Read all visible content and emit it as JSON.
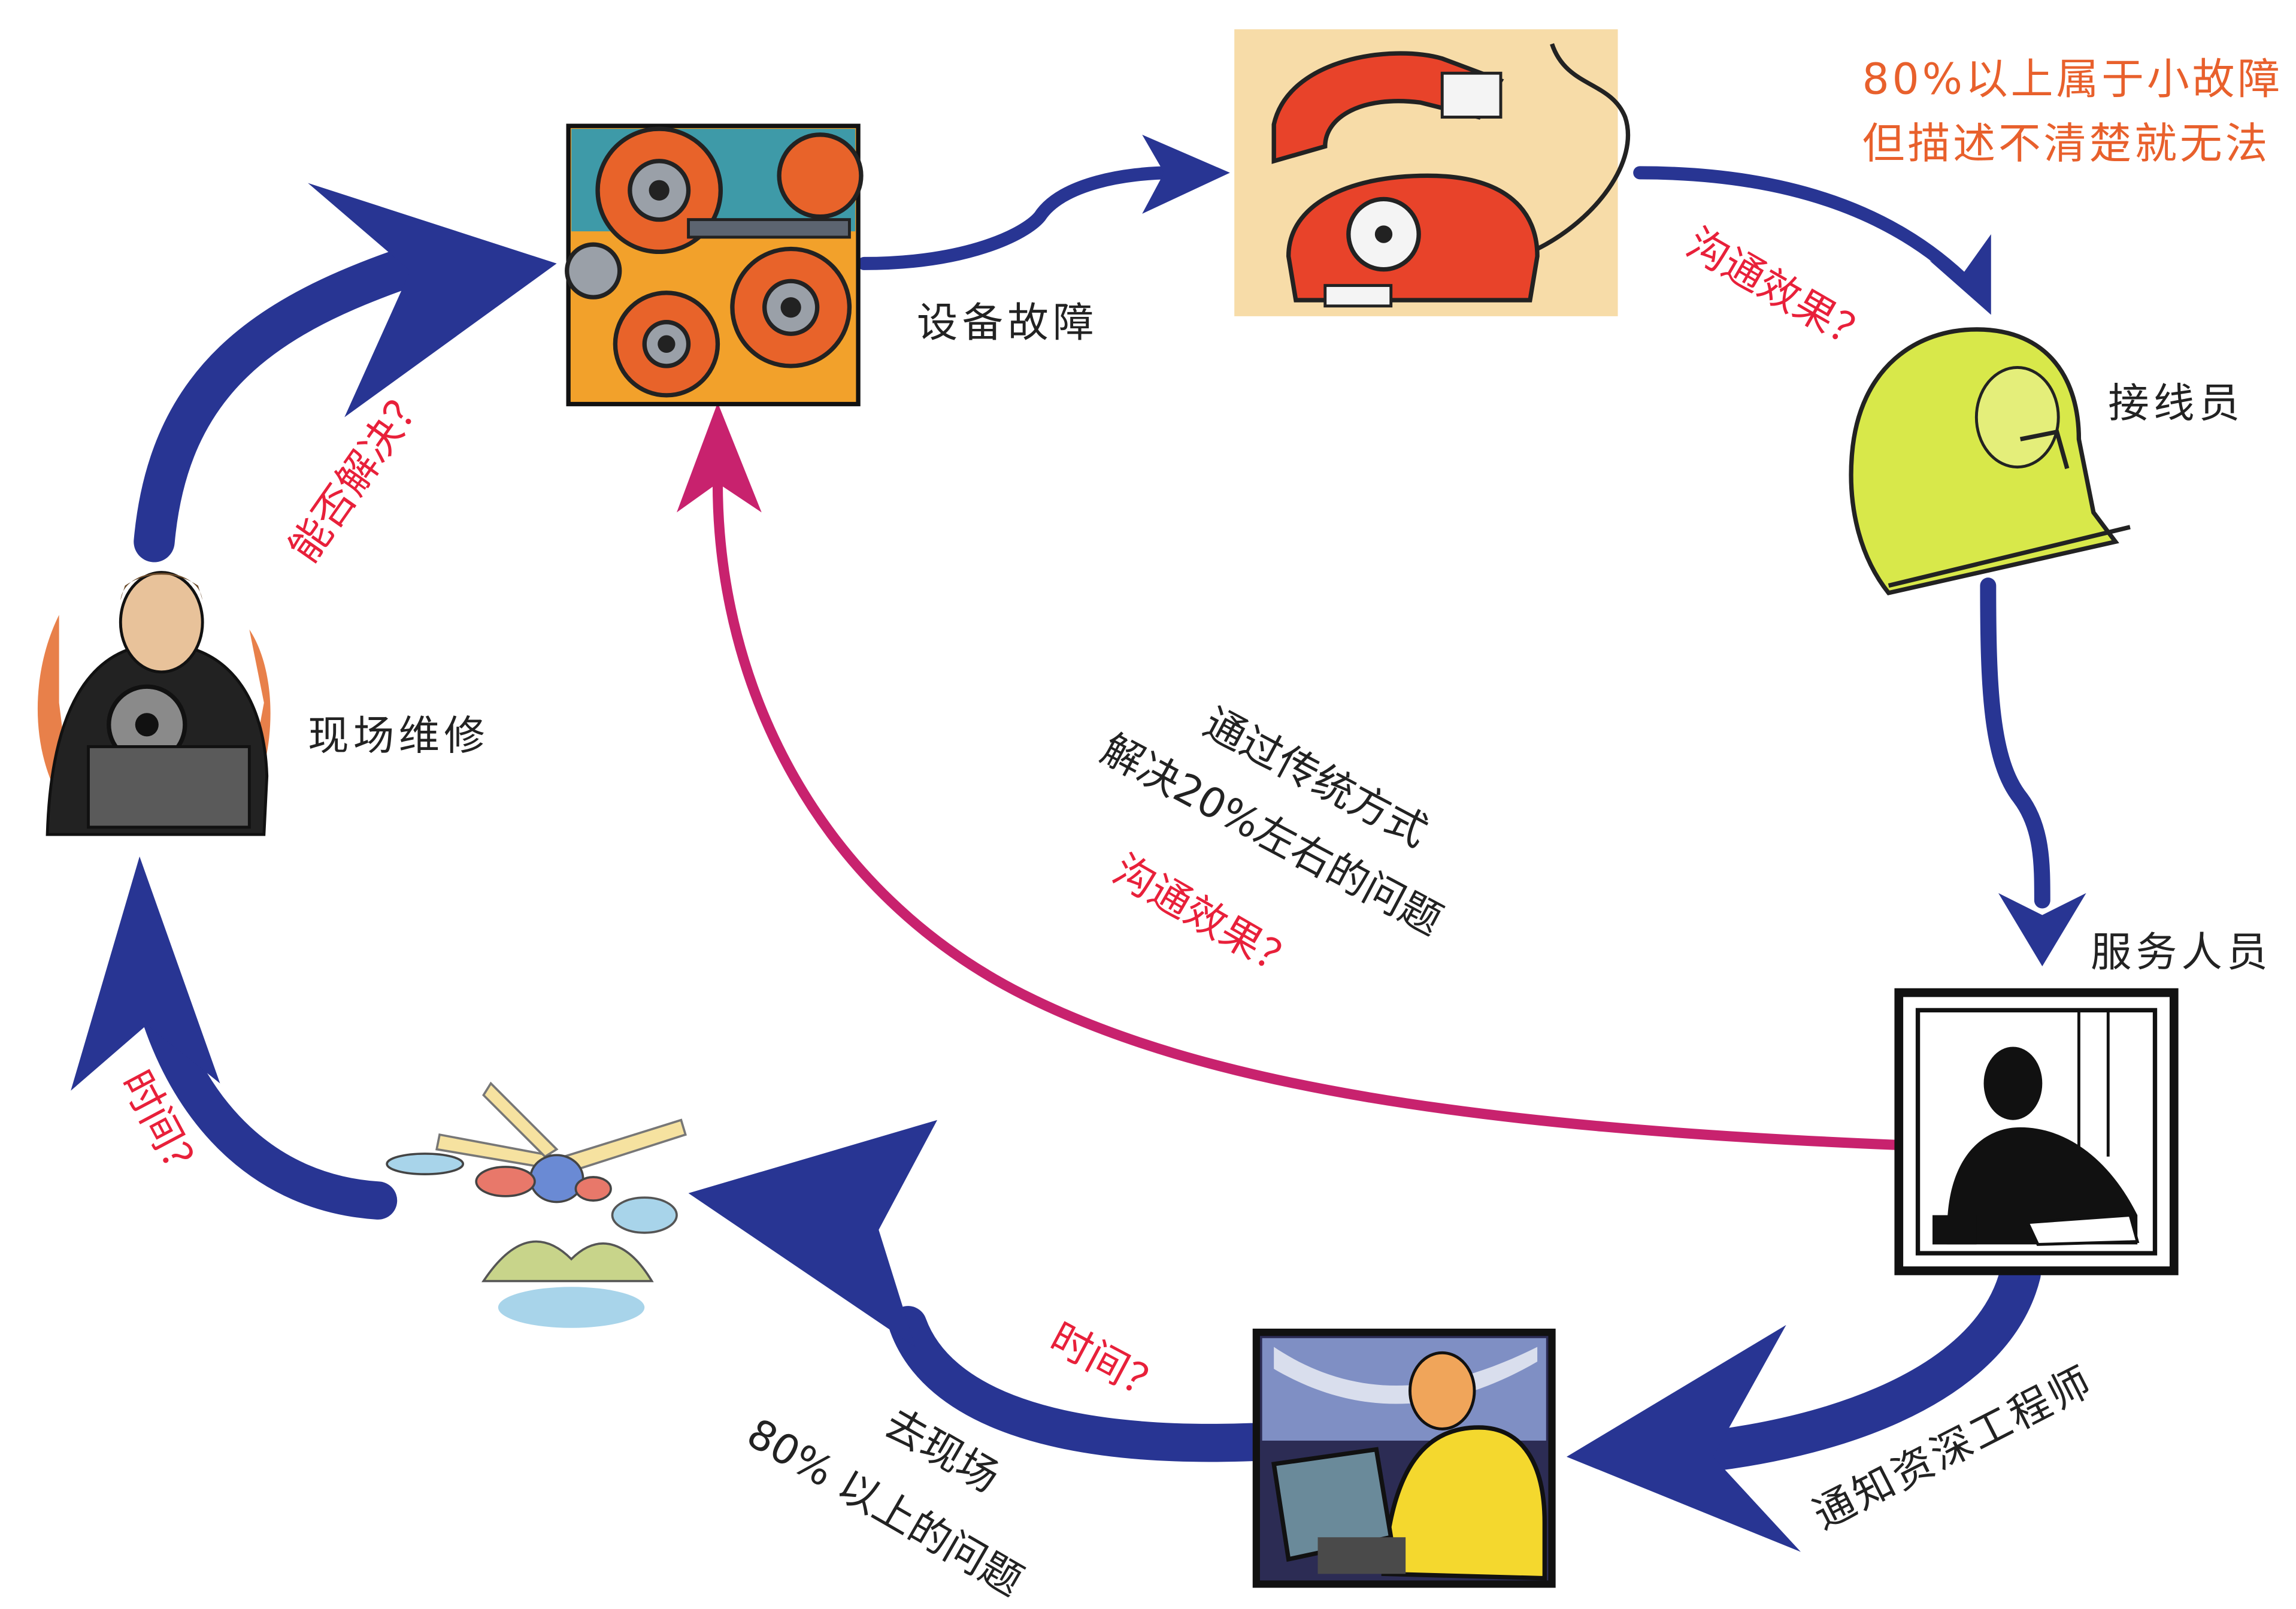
{
  "top_note": {
    "line1": "80%以上属于小故障",
    "line2": "但描述不清楚就无法"
  },
  "nodes": {
    "equipment_failure": "设备故障",
    "operator": "接线员",
    "service_staff": "服务人员",
    "notify_engineer": "通知资深工程师",
    "onsite_repair": "现场维修"
  },
  "center_note": {
    "line1": "通过传统方式",
    "line2": "解决20%左右的问题"
  },
  "go_onsite": {
    "line1": "去现场",
    "line2": "80% 以上的问题"
  },
  "questions": {
    "communication_top": "沟通效果？",
    "communication_center": "沟通效果？",
    "time_bottom": "时间？",
    "time_left": "时间？",
    "solvable": "能否解决？"
  },
  "colors": {
    "cycle_arrow": "#283593",
    "feedback_arrow": "#c8226e",
    "question_text": "#e8203a",
    "note_text": "#e8602c"
  },
  "icons": {
    "equipment": "gears-icon",
    "phone": "telephone-icon",
    "operator": "operator-woman-icon",
    "service": "service-man-phone-icon",
    "engineer": "engineer-computer-icon",
    "transport": "helicopter-icon",
    "repair": "mechanic-icon"
  }
}
